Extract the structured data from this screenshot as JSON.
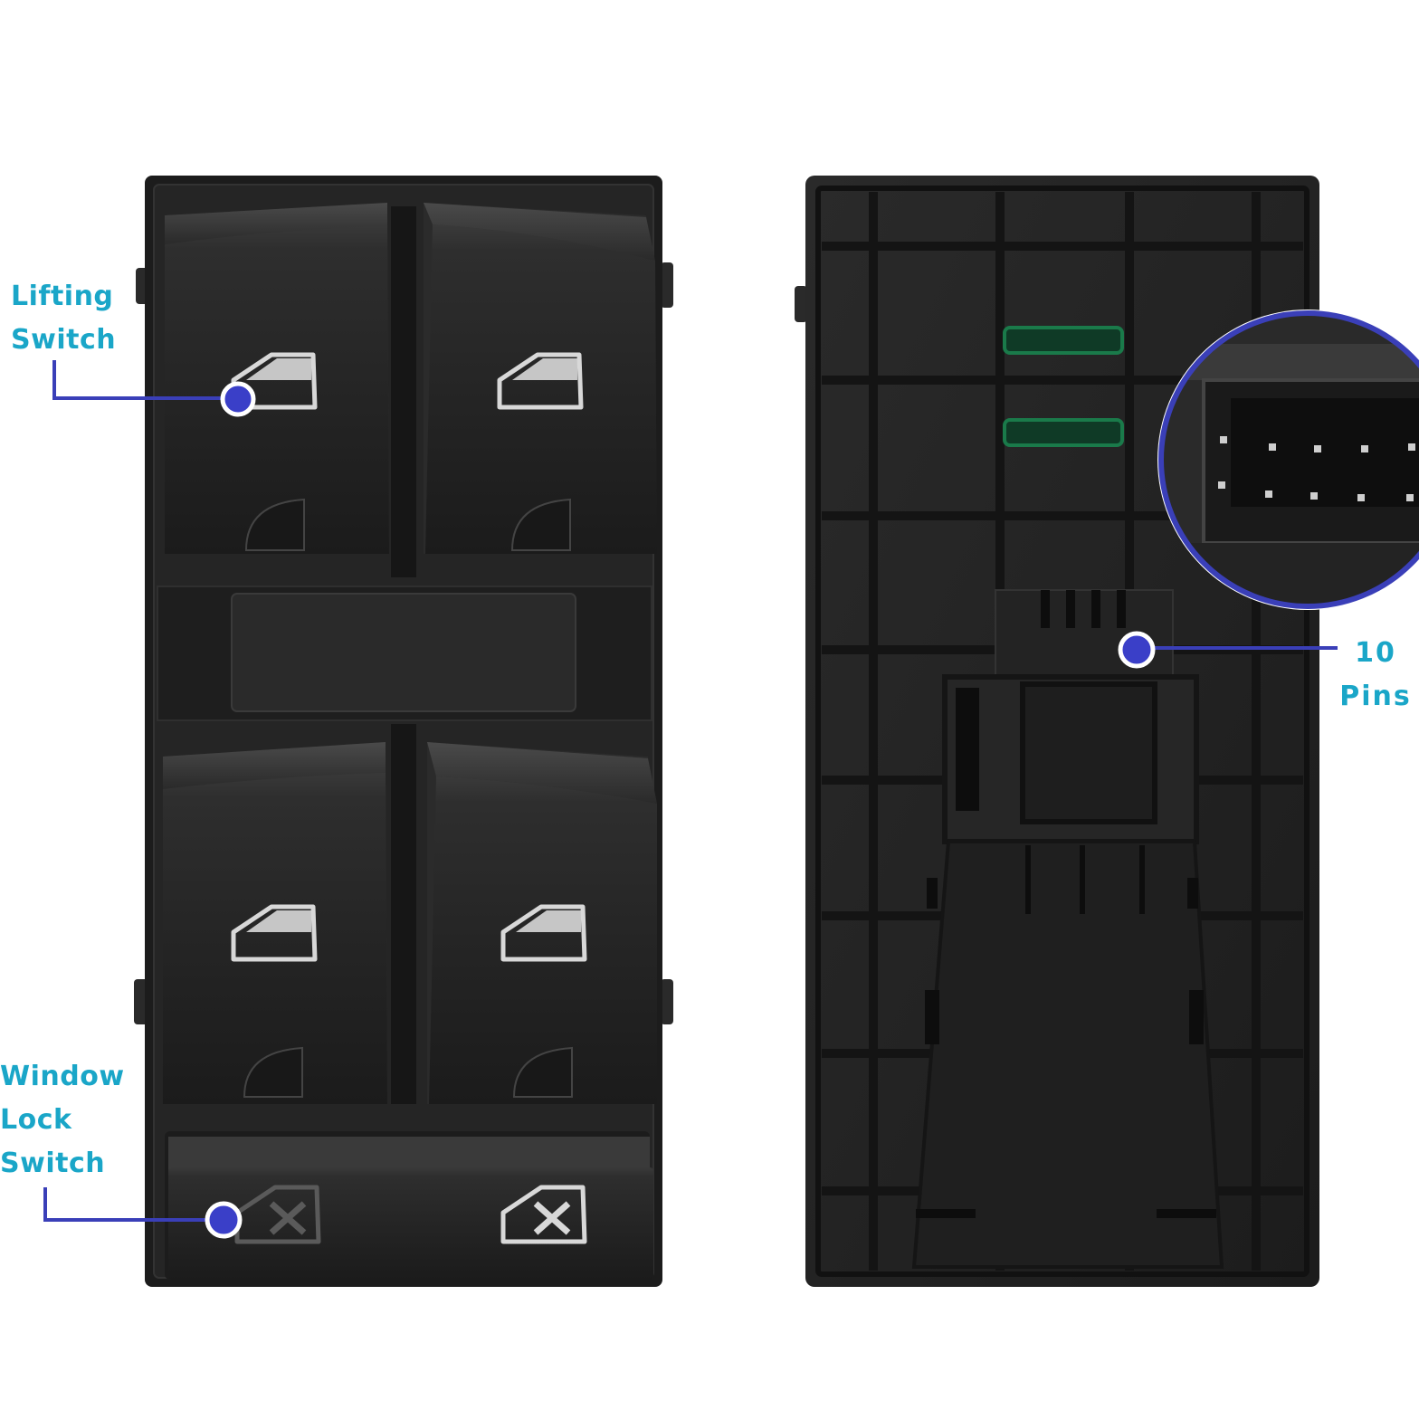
{
  "callouts": {
    "lifting_switch": {
      "line1": "Lifting",
      "line2": "Switch"
    },
    "window_lock_switch": {
      "line1": "Window",
      "line2": "Lock",
      "line3": "Switch"
    },
    "pins": {
      "line1": "10",
      "line2": "Pins"
    }
  },
  "colors": {
    "background": "#ffffff",
    "label_text": "#1aa6c8",
    "callout_line": "#3a3fb8",
    "callout_dot": "#3a3fc8",
    "plastic_dark": "#1f1f1f",
    "plastic_mid": "#2c2c2c",
    "icon_light": "#d8d8d8",
    "connector_green": "#1a7a4a"
  },
  "icons": {
    "window_button": "car-door-window-icon",
    "lock_button": "car-door-window-lock-icon"
  }
}
